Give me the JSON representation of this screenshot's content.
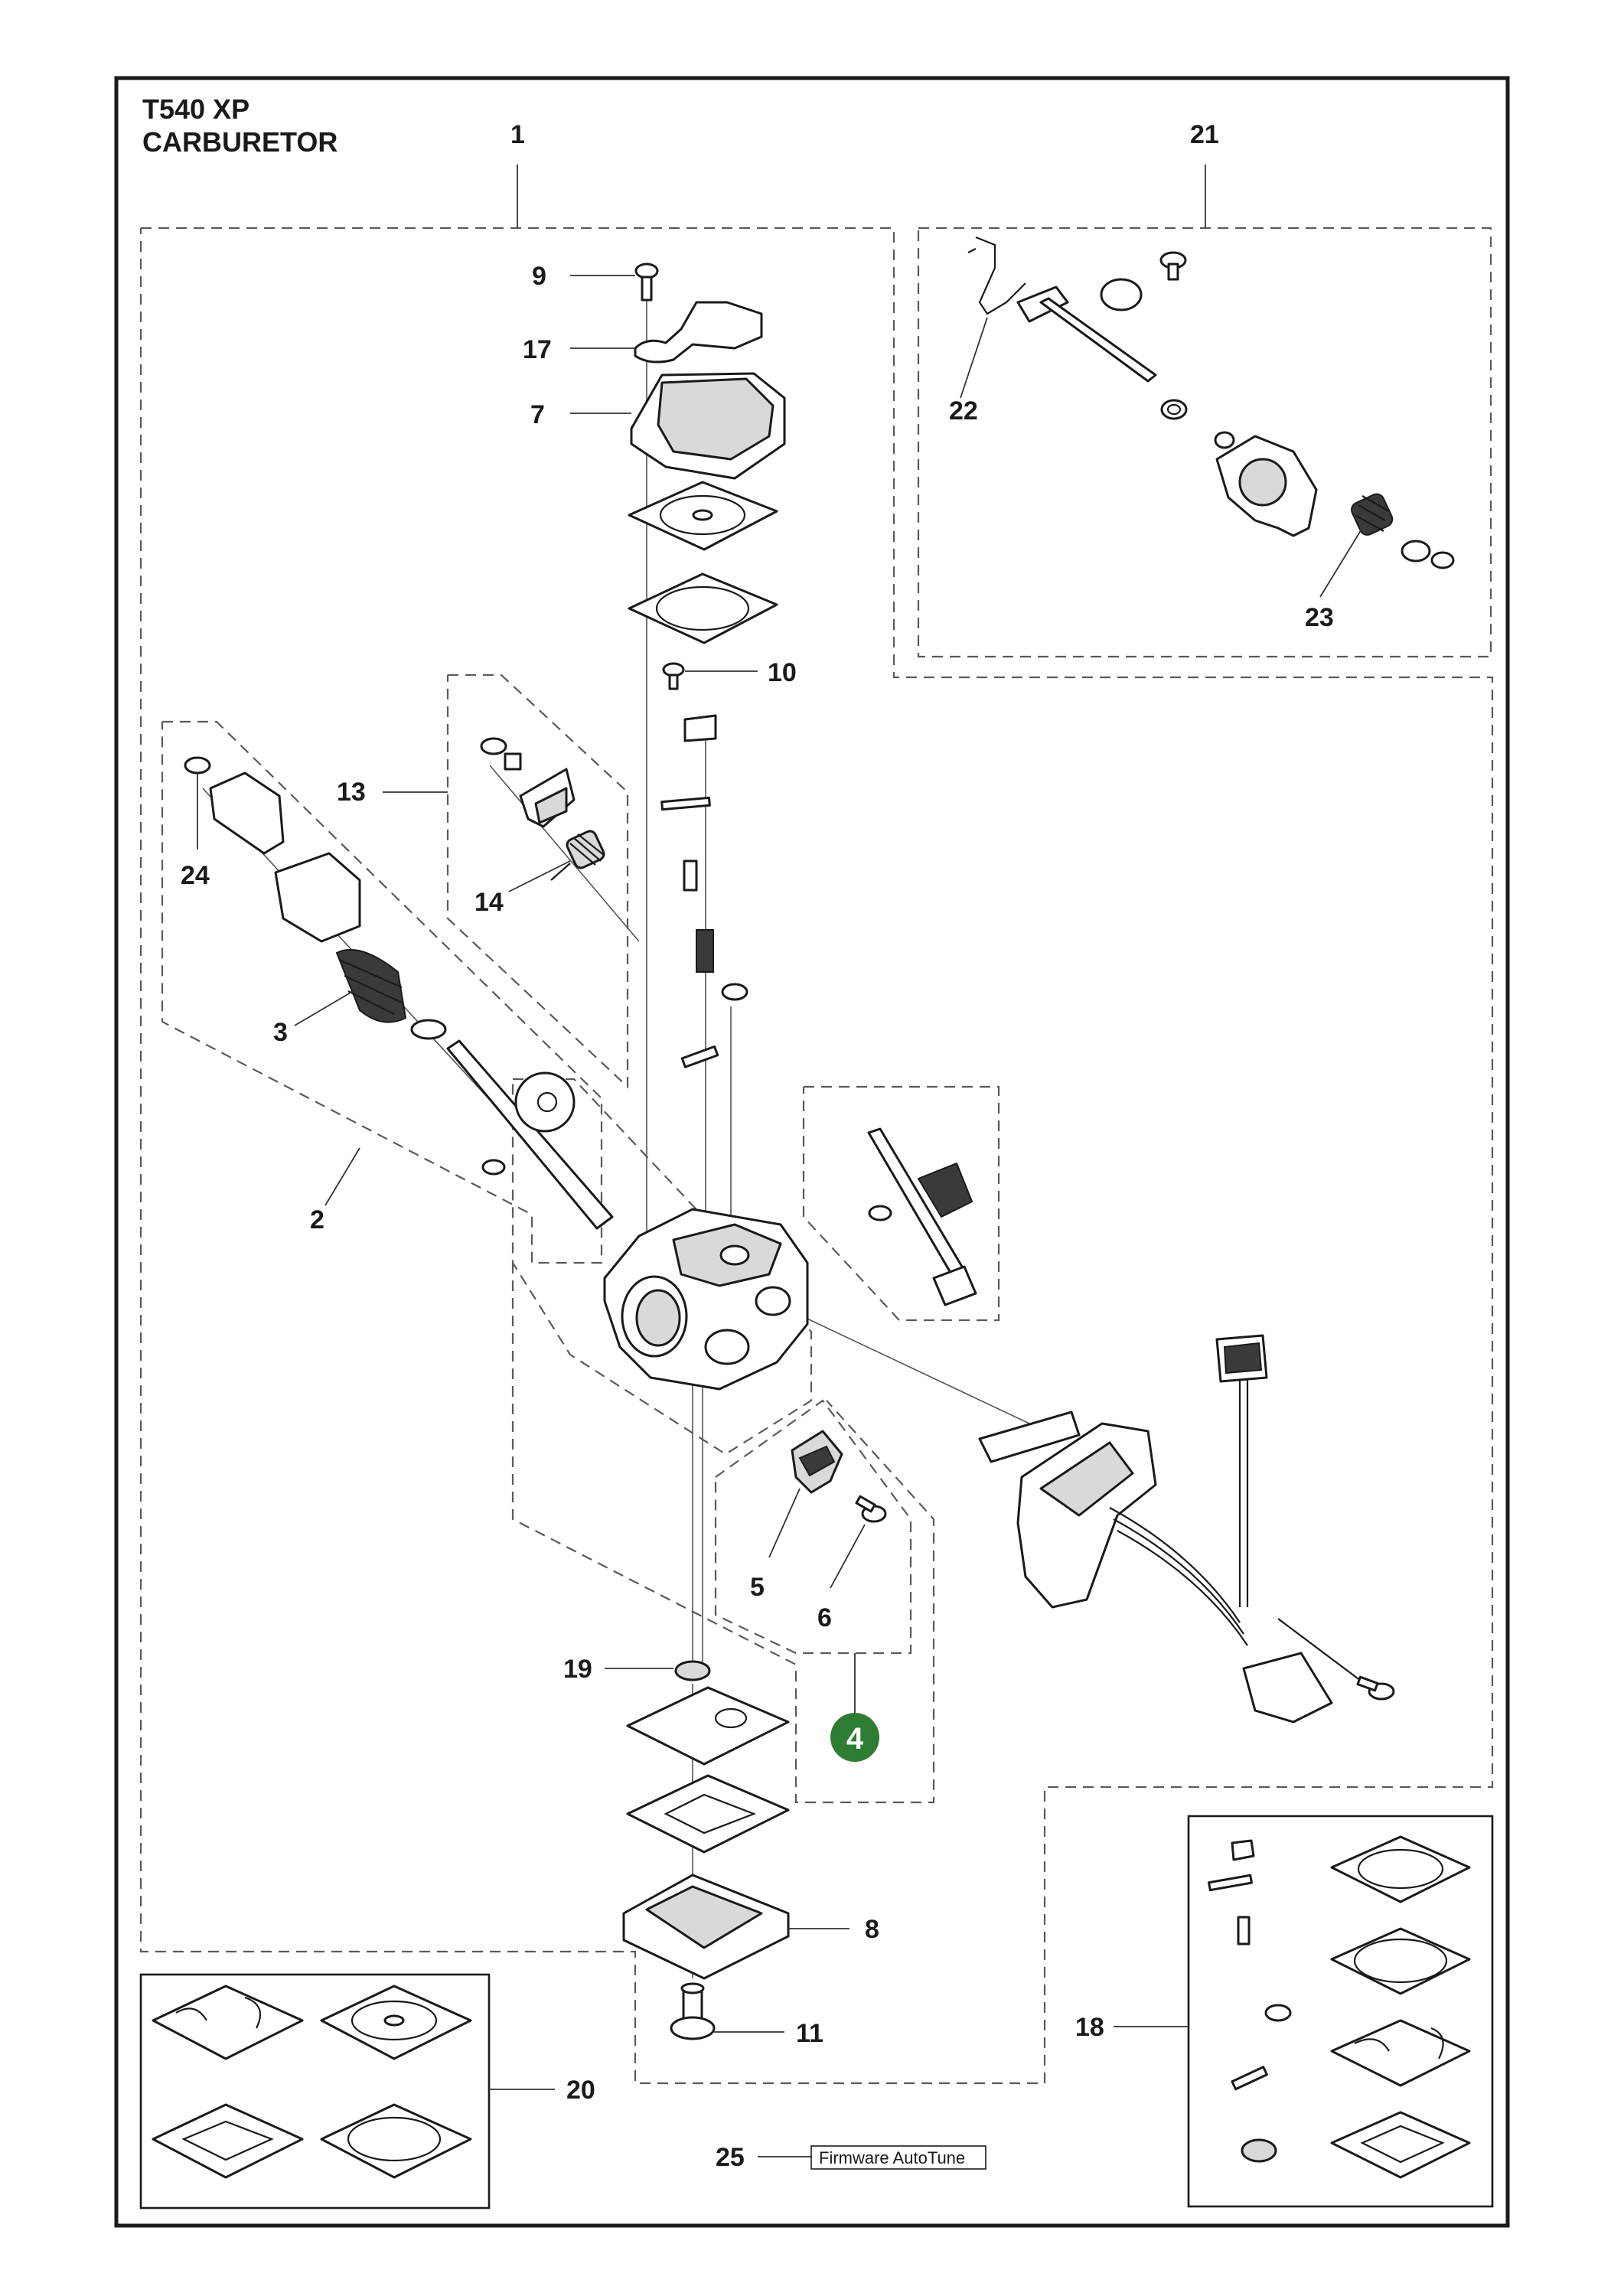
{
  "title": {
    "model": "T540 XP",
    "section": "CARBURETOR"
  },
  "labels": {
    "p1": "1",
    "p2": "2",
    "p3": "3",
    "p4": "4",
    "p5": "5",
    "p6": "6",
    "p7": "7",
    "p8": "8",
    "p9": "9",
    "p10": "10",
    "p11": "11",
    "p13": "13",
    "p14": "14",
    "p17": "17",
    "p18": "18",
    "p19": "19",
    "p20": "20",
    "p21": "21",
    "p22": "22",
    "p23": "23",
    "p24": "24",
    "p25": "25"
  },
  "note_25": "Firmware AutoTune",
  "colors": {
    "highlight": "#2e7d32"
  }
}
